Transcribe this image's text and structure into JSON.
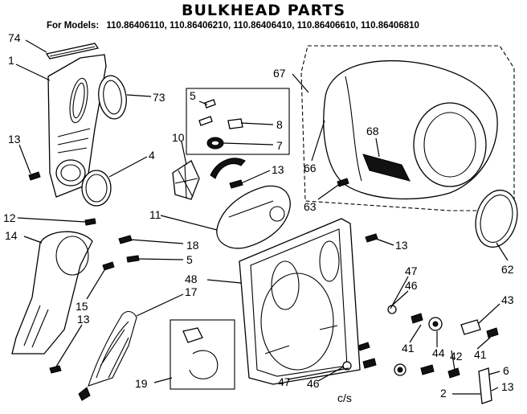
{
  "title": "BULKHEAD PARTS",
  "models_label": "For Models:",
  "models": [
    "110.86406110,",
    "110.86406210,",
    "110.86406410,",
    "110.86406610,",
    "110.86406810"
  ],
  "footer": "c/s",
  "callouts": [
    "74",
    "1",
    "73",
    "13",
    "4",
    "10",
    "5",
    "8",
    "7",
    "13",
    "67",
    "68",
    "66",
    "63",
    "11",
    "12",
    "14",
    "18",
    "5",
    "13",
    "47",
    "46",
    "48",
    "17",
    "15",
    "13",
    "43",
    "62",
    "41",
    "44",
    "42",
    "41",
    "6",
    "19",
    "47",
    "46",
    "2",
    "13"
  ]
}
